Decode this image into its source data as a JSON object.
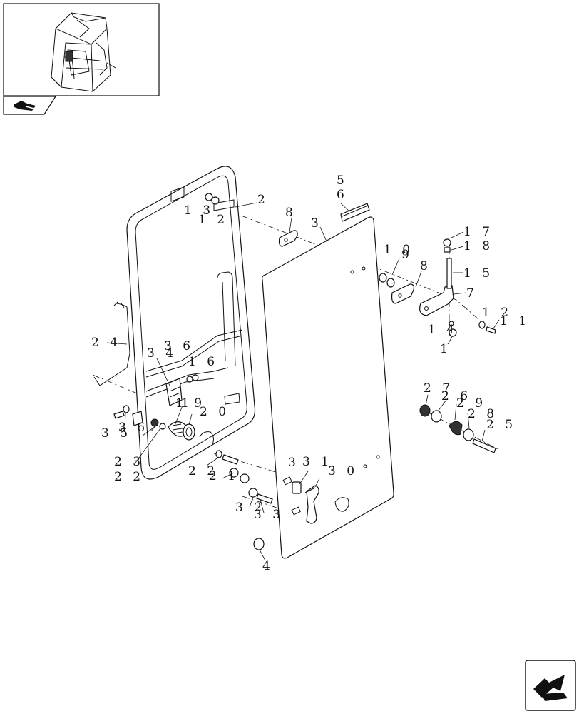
{
  "labels": {
    "l1a": "1",
    "l1b": "1",
    "l2": "2",
    "l3": "3",
    "l4": "4",
    "l5": "5",
    "l6": "6",
    "l7": "7",
    "l8a": "8",
    "l8b": "8",
    "l9": "9",
    "l10": "1 0",
    "l11": "1 1",
    "l12a": "1 2",
    "l12b": "1 2",
    "l13": "1 3",
    "l14": "1 4",
    "l15": "1 5",
    "l16": "1 6",
    "l17": "1 7",
    "l18": "1 8",
    "l19": "1 9",
    "l20": "2 0",
    "l21": "2 1",
    "l22a": "2 2",
    "l22b": "2 2",
    "l23": "2 3",
    "l24": "2 4",
    "l25": "2 5",
    "l26": "2 6",
    "l27": "2 7",
    "l28": "2 8",
    "l29": "2 9",
    "l30": "3 0",
    "l31": "3 1",
    "l32": "3 2",
    "l33": "3 3",
    "l34": "3 4",
    "l35": "3 5",
    "l36a": "3 6",
    "l36b": "3 6"
  },
  "icons": {
    "thumbnail": "cab-overview-thumbnail",
    "tab": "cab-section-tab-icon",
    "nav": "next-page-arrow-icon"
  }
}
